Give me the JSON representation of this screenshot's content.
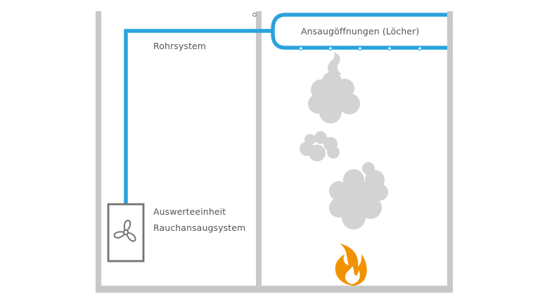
{
  "labels": {
    "pipe_system": "Rohrsystem",
    "intake_openings": "Ansaugöffnungen (Löcher)",
    "unit_line1": "Auswerteeinheit",
    "unit_line2": "Rauchansaugsystem"
  },
  "icons": {
    "unit": "fan-icon",
    "fire": "flame-icon",
    "smoke": "smoke-cloud-icon"
  },
  "colors": {
    "pipe": "#29a3dd",
    "wall": "#c8c8c8",
    "unit_frame": "#737373",
    "smoke": "#d3d3d3",
    "flame_outer": "#f39200",
    "flame_inner": "#ffffff",
    "text": "#555555"
  }
}
